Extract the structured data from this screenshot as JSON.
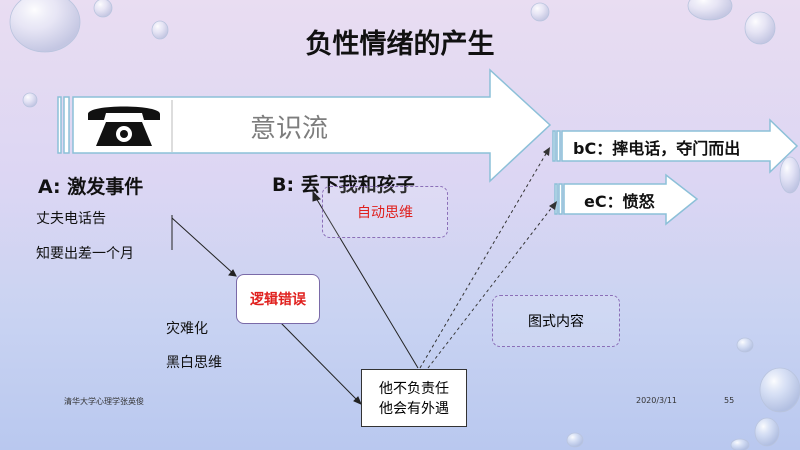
{
  "title": "负性情绪的产生",
  "main_arrow_label": "意识流",
  "event": {
    "heading": "A: 激发事件",
    "lines": [
      "丈夫电话告",
      "知要出差一个月"
    ]
  },
  "belief": {
    "heading": "B: 丢下我和孩子"
  },
  "auto_thought": "自动思维",
  "logic_error": "逻辑错误",
  "distortions": [
    "灾难化",
    "黑白思维"
  ],
  "schema": "图式内容",
  "core_belief": [
    "他不负责任",
    "他会有外遇"
  ],
  "behavior_consequence": "bC：摔电话，夺门而出",
  "emotion_consequence": "eC：愤怒",
  "footer": {
    "author": "清华大学心理学张英俊",
    "date": "2020/3/11",
    "page": "55"
  },
  "colors": {
    "arrow_fill": "#ffffff",
    "arrow_stroke": "#8cc0d8",
    "red_text": "#e0201e",
    "dash_border": "#8b6fb8"
  },
  "icons": [
    "telephone-icon"
  ]
}
